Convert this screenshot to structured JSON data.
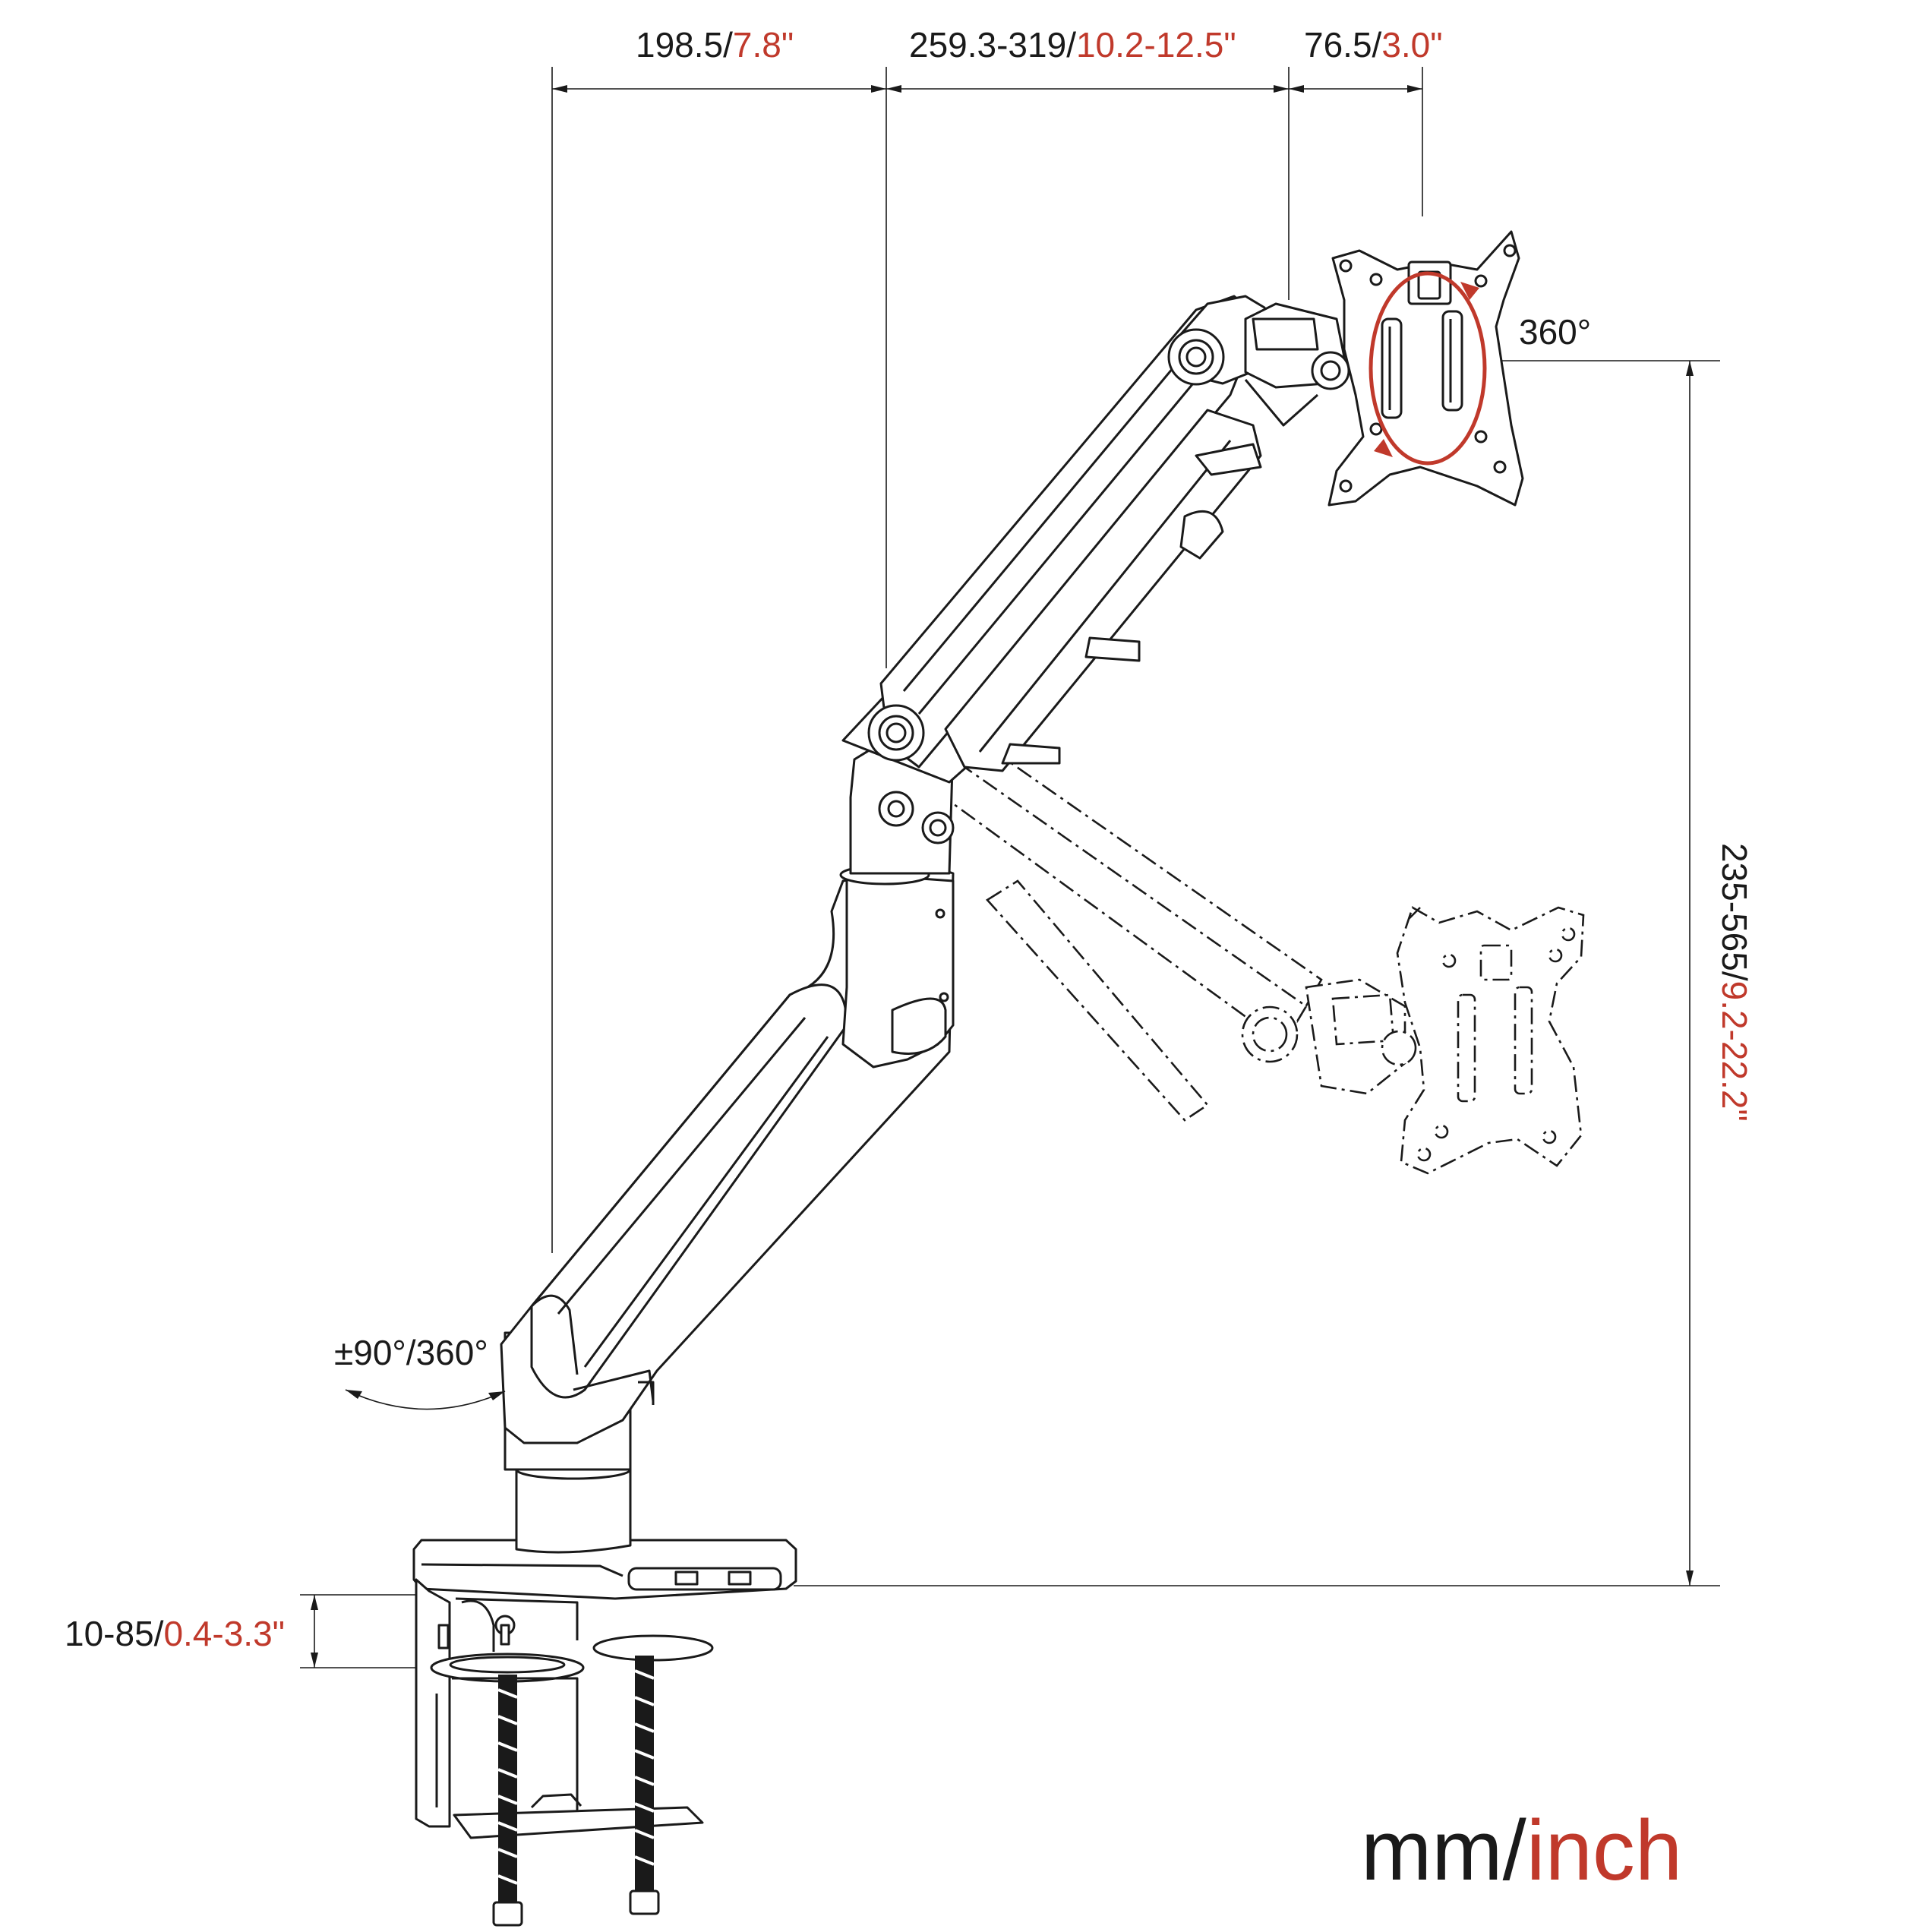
{
  "dimensions": {
    "top_left": {
      "mm": "198.5",
      "sep": "/",
      "inch": "7.8\""
    },
    "top_middle": {
      "mm": "259.3-319",
      "sep": "/",
      "inch": "10.2-12.5\""
    },
    "top_right": {
      "mm": "76.5",
      "sep": "/",
      "inch": "3.0\""
    },
    "rotation_plate": "360°",
    "height": {
      "mm": "235-565",
      "sep": "/",
      "inch": "9.2-22.2\""
    },
    "base_swivel": "±90°/360°",
    "clamp": {
      "mm": "10-85",
      "sep": "/",
      "inch": "0.4-3.3\""
    }
  },
  "units": {
    "mm": "mm",
    "sep": "/",
    "inch": "inch"
  },
  "colors": {
    "text": "#1a1a1a",
    "accent": "#c0392b"
  }
}
